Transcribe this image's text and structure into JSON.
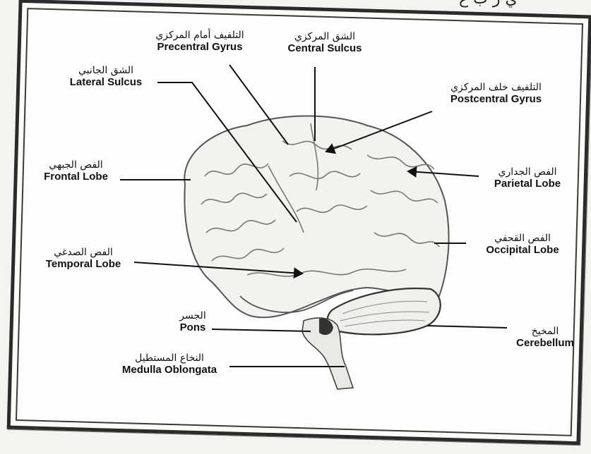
{
  "top_fragment": "ي ر ب ع",
  "labels": {
    "precentral_gyrus": {
      "ar": "التلفيف أمام المركزي",
      "en": "Precentral Gyrus"
    },
    "central_sulcus": {
      "ar": "الشق المركزي",
      "en": "Central Sulcus"
    },
    "lateral_sulcus": {
      "ar": "الشق الجانبي",
      "en": "Lateral Sulcus"
    },
    "postcentral_gyrus": {
      "ar": "التلفيف خلف المركزي",
      "en": "Postcentral Gyrus"
    },
    "frontal_lobe": {
      "ar": "الفص الجبهي",
      "en": "Frontal Lobe"
    },
    "parietal_lobe": {
      "ar": "الفص الجداري",
      "en": "Parietal Lobe"
    },
    "occipital_lobe": {
      "ar": "الفص القحفي",
      "en": "Occipital Lobe"
    },
    "temporal_lobe": {
      "ar": "الفص الصدغي",
      "en": "Temporal Lobe"
    },
    "pons": {
      "ar": "الجسر",
      "en": "Pons"
    },
    "cerebellum": {
      "ar": "المخيخ",
      "en": "Cerebellum"
    },
    "medulla_oblongata": {
      "ar": "النخاع المستطيل",
      "en": "Medulla Oblongata"
    }
  }
}
